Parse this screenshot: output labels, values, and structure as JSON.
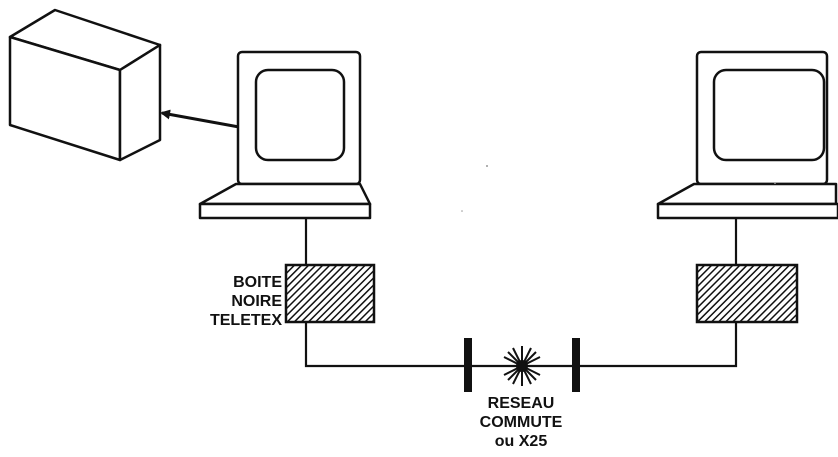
{
  "colors": {
    "ink": "#111111",
    "paper": "#ffffff"
  },
  "labels": {
    "black_box": [
      "BOITE",
      "NOIRE",
      "TELETEX"
    ],
    "network": [
      "RESEAU",
      "COMMUTE",
      "ou X25"
    ]
  }
}
